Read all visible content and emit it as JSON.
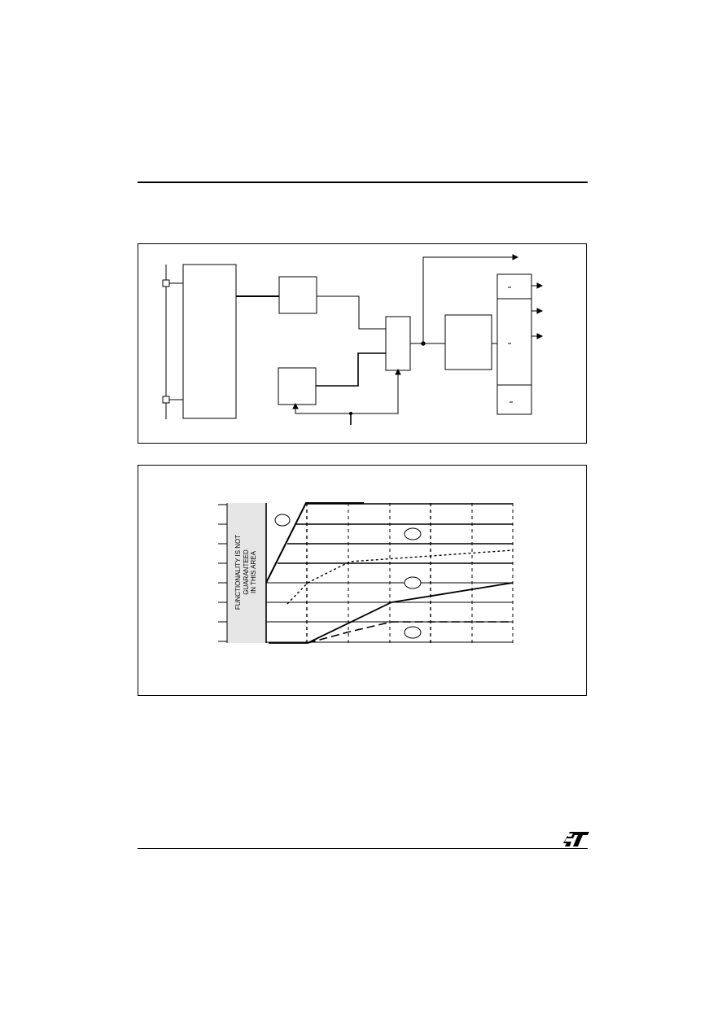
{
  "figure2": {
    "shaded_area_lines": [
      "FUNCTIONALITY IS NOT",
      "GUARANTEED",
      "IN THIS AREA"
    ]
  },
  "brand": {
    "logo_icon": "st-logo-icon"
  }
}
